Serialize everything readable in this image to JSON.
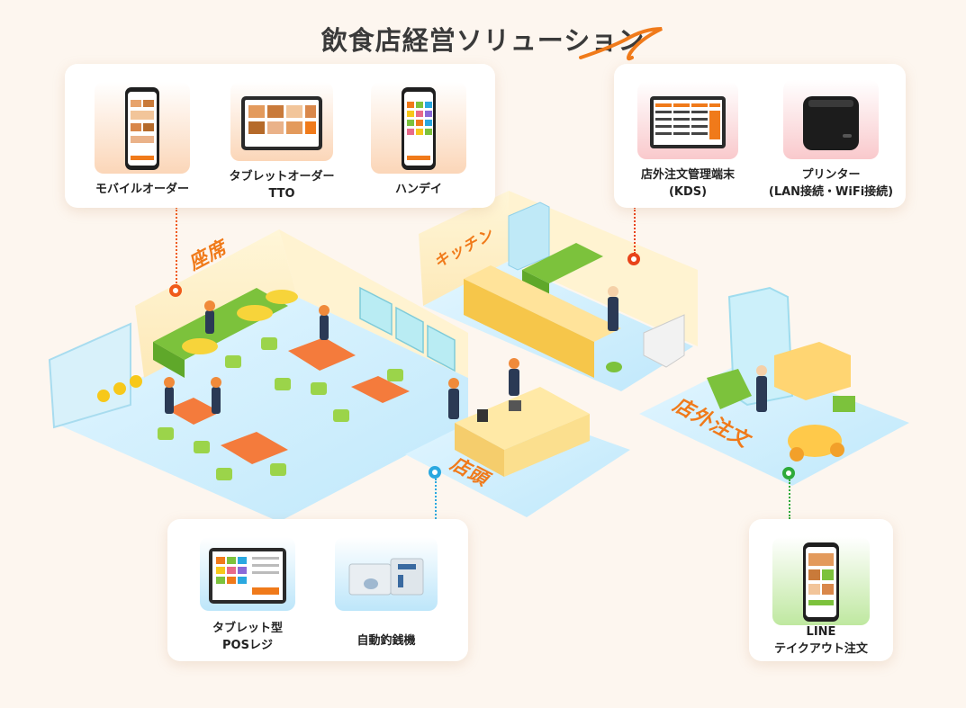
{
  "title": "飲食店経営ソリューション",
  "zones": {
    "seats": "座席",
    "kitchen": "キッチン",
    "storefront": "店頭",
    "outside_order": "店外注文"
  },
  "cards": {
    "seats": [
      {
        "label": "モバイルオーダー",
        "icon": "smartphone-order-icon"
      },
      {
        "label": "タブレットオーダー\nTTO",
        "icon": "tablet-order-icon"
      },
      {
        "label": "ハンデイ",
        "icon": "handy-terminal-icon"
      }
    ],
    "kitchen": [
      {
        "label": "店外注文管理端末\n(KDS)",
        "icon": "kds-monitor-icon"
      },
      {
        "label": "プリンター\n(LAN接続・WiFi接続)",
        "icon": "printer-icon"
      }
    ],
    "storefront": [
      {
        "label": "タブレット型\nPOSレジ",
        "icon": "pos-tablet-icon"
      },
      {
        "label": "自動釣銭機",
        "icon": "cash-changer-icon"
      }
    ],
    "outside": [
      {
        "label": "LINE\nテイクアウト注文",
        "icon": "line-takeout-icon"
      }
    ]
  },
  "colors": {
    "accent": "#f07a1a",
    "pin_seats": "#f05a1a",
    "pin_kitchen": "#e8431a",
    "pin_storefront": "#2aa8e0",
    "pin_outside": "#2eaa3a",
    "floor": "#cfeeff"
  }
}
